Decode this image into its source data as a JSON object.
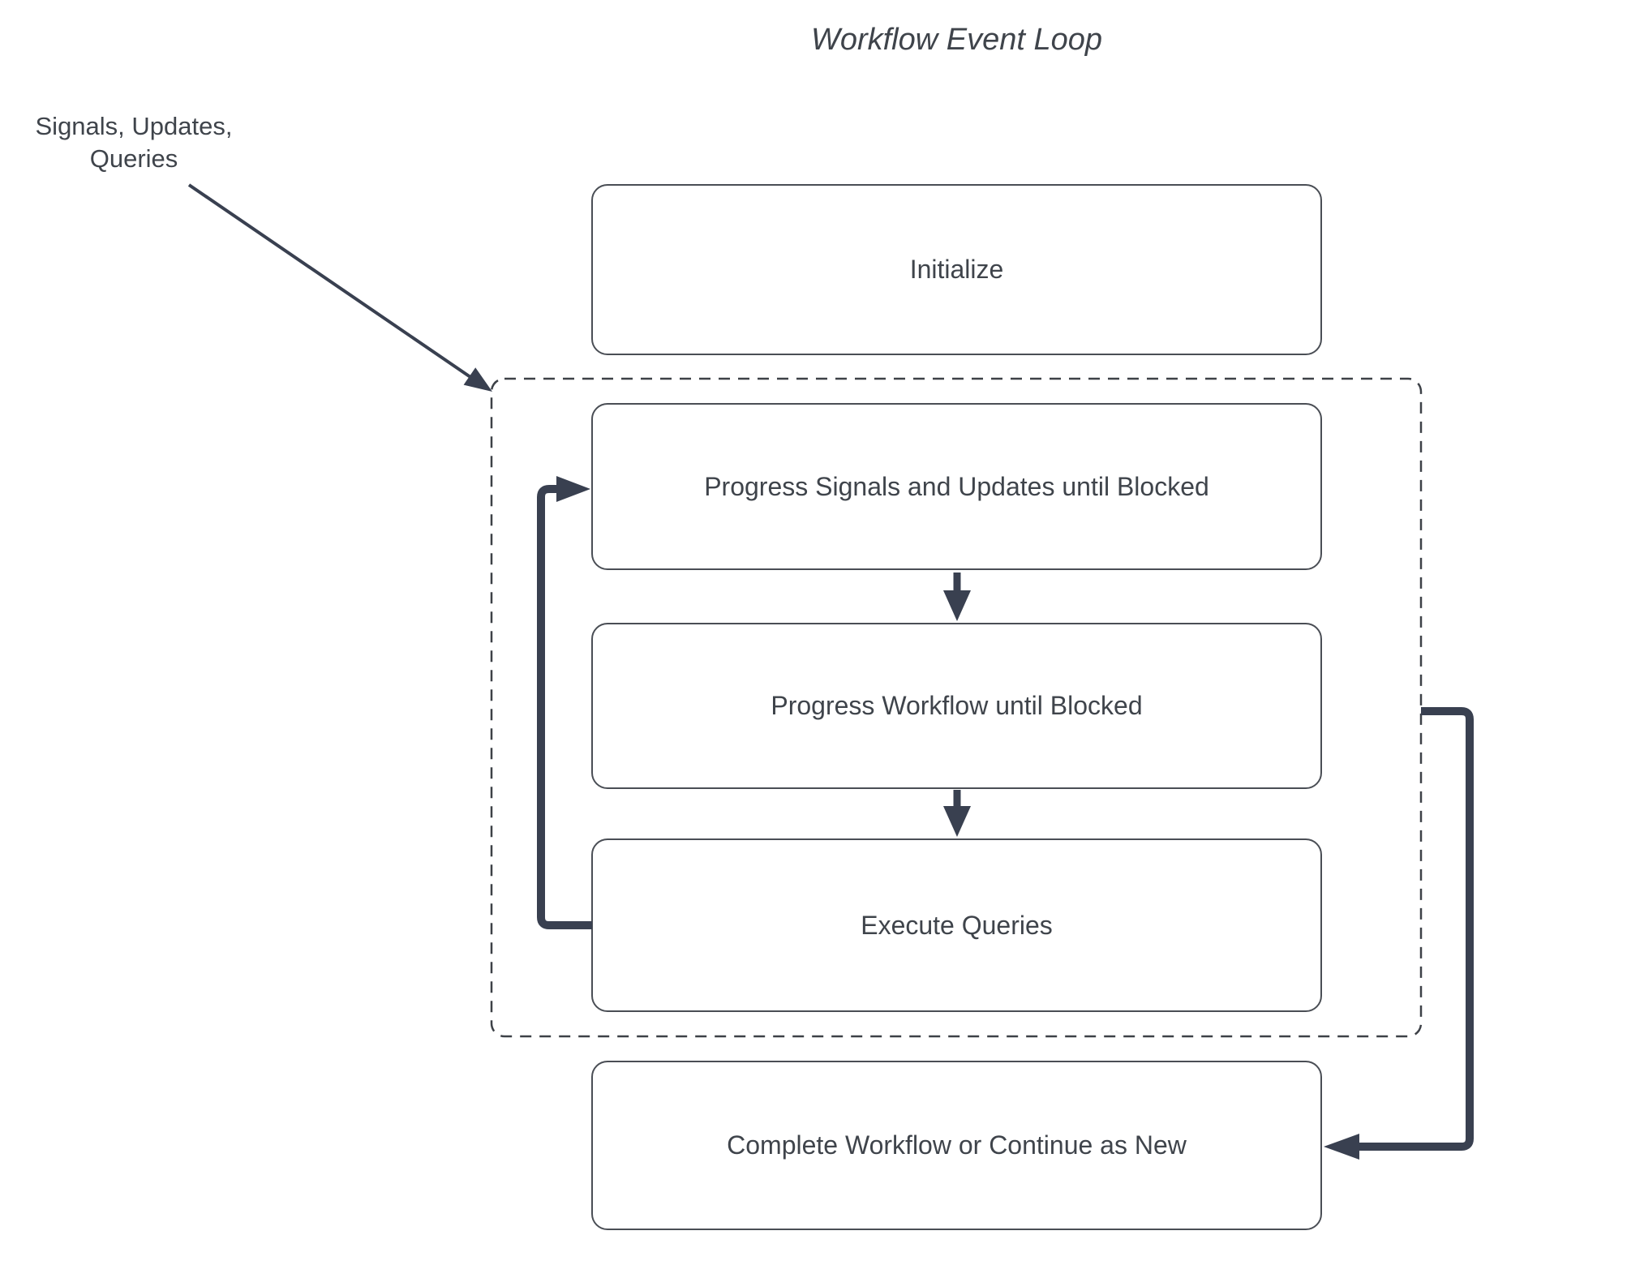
{
  "diagram": {
    "title": "Workflow Event Loop",
    "input_label": {
      "lines": [
        "Signals, Updates,",
        "Queries"
      ]
    },
    "nodes": {
      "initialize": "Initialize",
      "progress_signals": "Progress Signals and Updates until Blocked",
      "progress_workflow": "Progress Workflow until Blocked",
      "execute_queries": "Execute Queries",
      "complete": "Complete Workflow or Continue as New"
    },
    "colors": {
      "text": "#3f444b",
      "arrow": "#394050",
      "box_border": "#4a4e55",
      "boundary": "#3d4147",
      "background": "#ffffff"
    }
  }
}
